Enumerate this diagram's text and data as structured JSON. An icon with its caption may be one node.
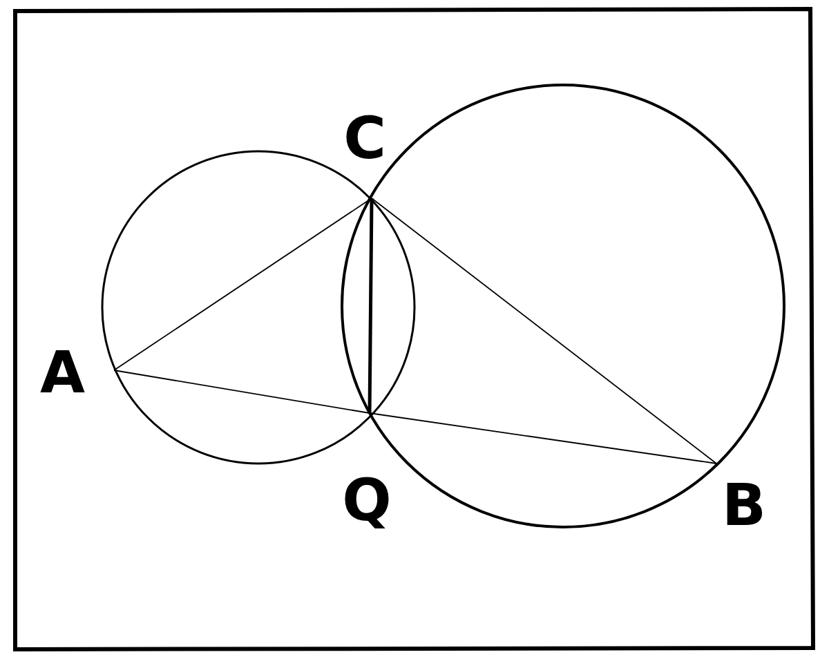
{
  "diagram": {
    "nodes": [
      {
        "text": [
          "C"
        ]
      },
      {
        "text": [
          "A"
        ]
      },
      {
        "text": [
          "Q"
        ]
      },
      {
        "text": [
          "B"
        ]
      }
    ],
    "edges": [
      {
        "from": 1,
        "to": 0,
        "arrow": "none"
      },
      {
        "from": 0,
        "to": 2,
        "arrow": "none",
        "style": "thick"
      },
      {
        "from": 0,
        "to": 3,
        "arrow": "none"
      },
      {
        "from": 1,
        "to": 2,
        "arrow": "none"
      },
      {
        "from": 2,
        "to": 3,
        "arrow": "none"
      }
    ]
  }
}
